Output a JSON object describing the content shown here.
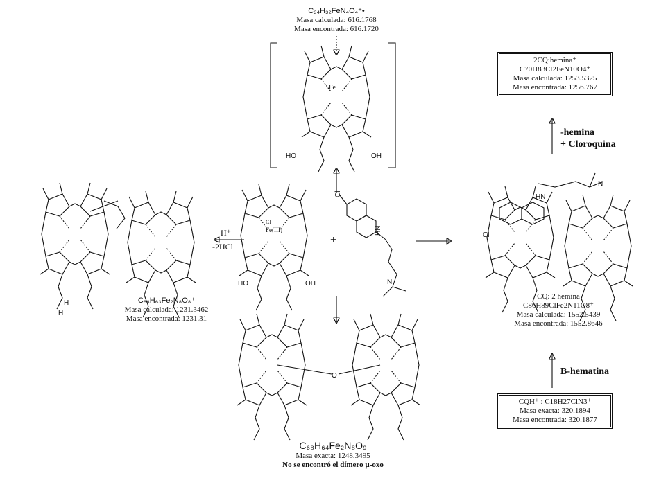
{
  "top": {
    "formula": "C₃₄H₃₂FeN₄O₄⁺•",
    "mass_calc": "Masa calculada: 616.1768",
    "mass_found": "Masa encontrada: 616.1720"
  },
  "top_right_box": {
    "formula": "2CQ:hemina⁺",
    "formula2": "C70H83Cl2FeN10O4⁺",
    "mass_calc": "Masa calculada: 1253.5325",
    "mass_found": "Masa encontrada: 1256.767"
  },
  "arrow_hemina": {
    "line1": "-hemina",
    "line2": "+ Cloroquina"
  },
  "left": {
    "arrow_top": "H⁺",
    "arrow_bottom": "-2HCl",
    "formula": "C₆₈H₆₃Fe₂N₈O₈⁺",
    "mass_calc": "Masa calculada: 1231.3462",
    "mass_found": "Masa encontrada: 1231.31"
  },
  "right": {
    "label": "CQ: 2 hemina",
    "formula": "C86H89ClFe2N11O8⁺",
    "mass_calc": "Masa calculada: 1552.5439",
    "mass_found": "Masa encontrada: 1552.8646"
  },
  "arrow_bhematina": {
    "label": "B-hematina"
  },
  "bottom_right_box": {
    "formula": "CQH⁺ : C18H27ClN3⁺",
    "mass_exact": "Masa exacta: 320.1894",
    "mass_found": "Masa encontrada: 320.1877"
  },
  "bottom": {
    "formula": "C₆₈H₆₄Fe₂N₈O₉",
    "mass_exact": "Masa exacta: 1248.3495",
    "note": "No se encontró el dímero µ-oxo"
  },
  "center": {
    "plus": "+",
    "fe_label": "Fe(III)",
    "cl_label": "Cl",
    "hn_label": "HN",
    "n_label": "N"
  }
}
